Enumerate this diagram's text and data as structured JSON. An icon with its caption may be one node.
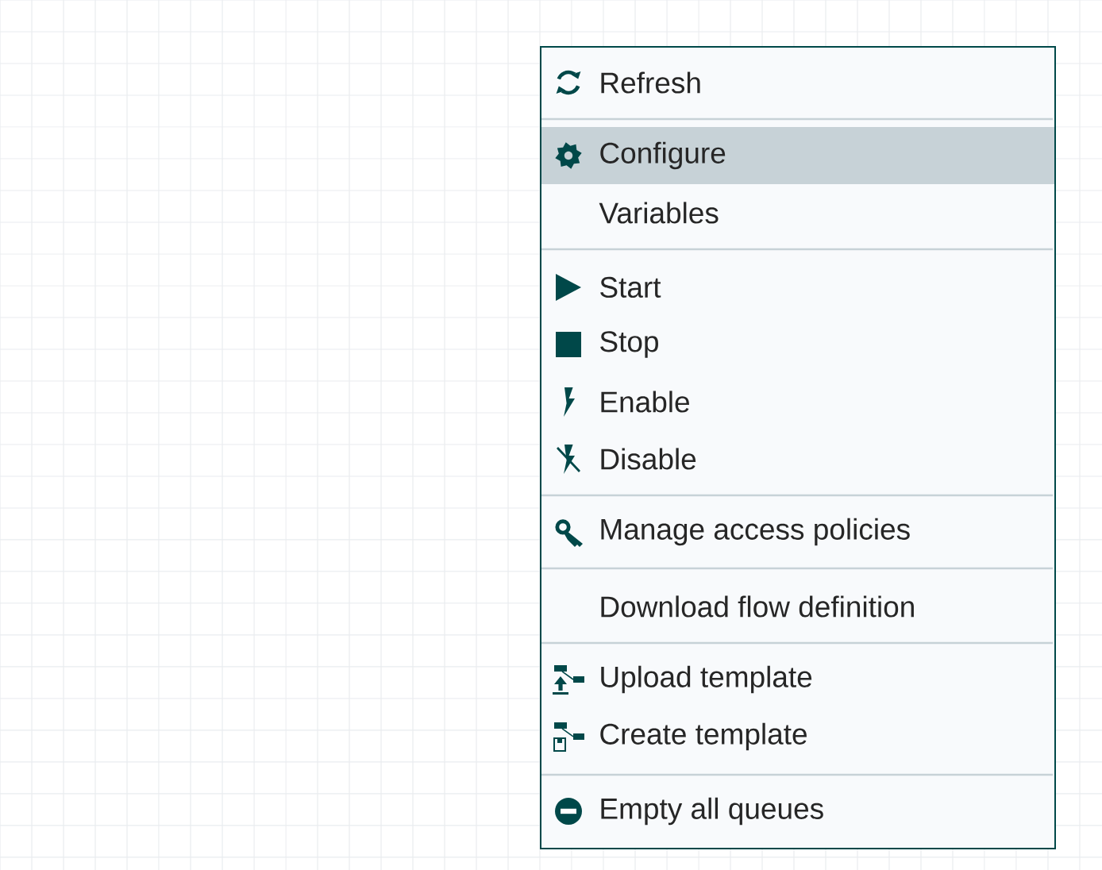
{
  "diagram": {
    "nodes": [
      {
        "text": [],
        "shape": "box"
      },
      {
        "text": [
          "Refresh"
        ],
        "in": 0
      },
      {
        "text": [
          "Configure"
        ],
        "in": 0
      },
      {
        "text": [
          "Variables"
        ],
        "in": 0
      },
      {
        "text": [
          "Start"
        ],
        "in": 0
      },
      {
        "text": [
          "Stop"
        ],
        "in": 0
      },
      {
        "text": [
          "Enable"
        ],
        "in": 0
      },
      {
        "text": [
          "Disable"
        ],
        "in": 0
      },
      {
        "text": [
          "Manage access policies"
        ],
        "in": 0
      },
      {
        "text": [
          "Download flow definition"
        ],
        "in": 0
      },
      {
        "text": [
          "Upload template"
        ],
        "in": 0
      },
      {
        "text": [
          "Create template"
        ],
        "in": 0
      },
      {
        "text": [
          "Empty all queues"
        ],
        "in": 0
      }
    ]
  }
}
